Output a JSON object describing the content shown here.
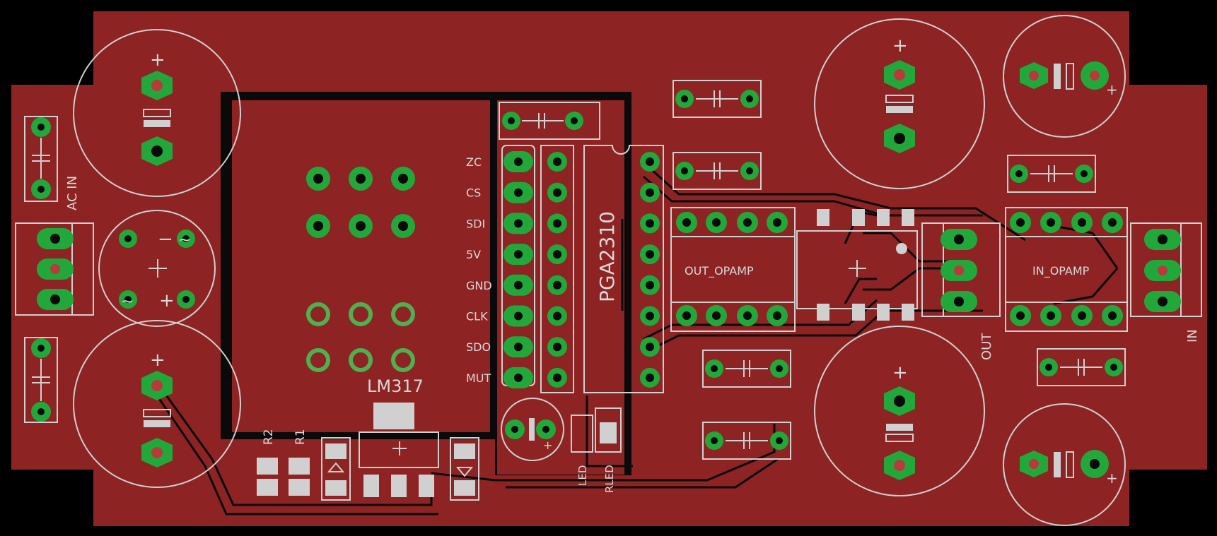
{
  "colors": {
    "board": "#8e2323",
    "background": "#000000",
    "silkscreen": "#d0d0d0",
    "pad": "#22a83a",
    "drill": "#b83a3a"
  },
  "labels": {
    "ac_in": "AC IN",
    "out": "OUT",
    "in": "IN",
    "lm317": "LM317",
    "pga2310": "PGA2310",
    "out_opamp": "OUT_OPAMP",
    "in_opamp": "IN_OPAMP",
    "r1": "R1",
    "r2": "R2",
    "led": "LED",
    "rled": "RLED"
  },
  "header_pins": [
    "ZC",
    "CS",
    "SDI",
    "5V",
    "GND",
    "CLK",
    "SDO",
    "MUT"
  ],
  "polarity": {
    "plus": "+",
    "minus": "−",
    "tilde": "~"
  }
}
